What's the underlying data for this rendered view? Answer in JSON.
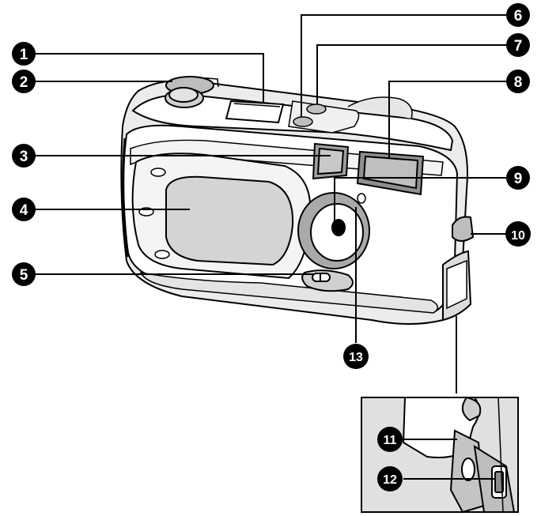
{
  "callouts": [
    {
      "label": "1"
    },
    {
      "label": "2"
    },
    {
      "label": "3"
    },
    {
      "label": "4"
    },
    {
      "label": "5"
    },
    {
      "label": "6"
    },
    {
      "label": "7"
    },
    {
      "label": "8"
    },
    {
      "label": "9"
    },
    {
      "label": "10"
    },
    {
      "label": "11"
    },
    {
      "label": "12"
    },
    {
      "label": "13"
    }
  ],
  "colors": {
    "line": "#000000",
    "body": "#ffffff",
    "shade": "#d9d9d9",
    "lens_ring": "#a9a9a9",
    "inset_bg": "#e0e0e0"
  }
}
